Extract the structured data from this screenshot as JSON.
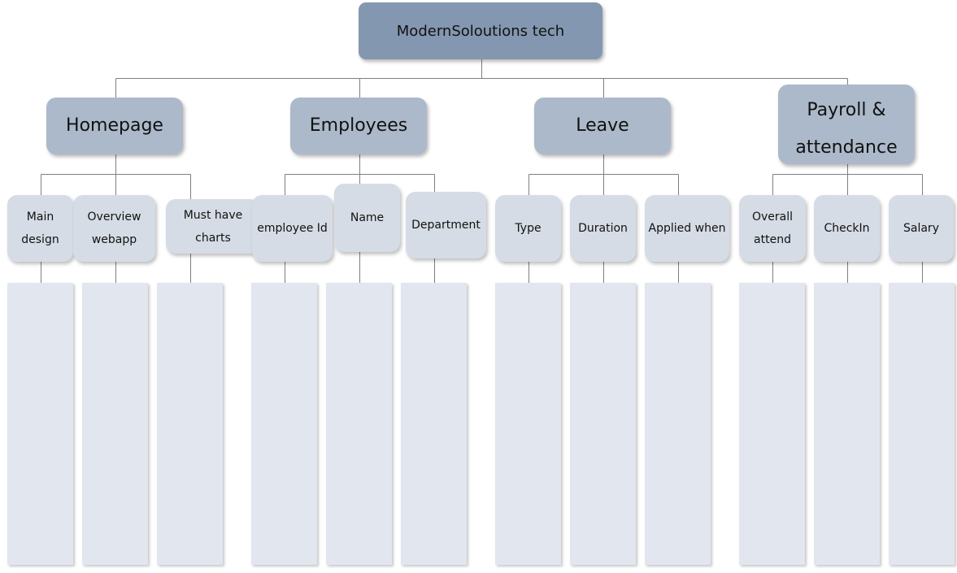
{
  "diagram": {
    "root": {
      "label": "ModernSoloutions tech"
    },
    "categories": [
      {
        "label": "Homepage",
        "children": [
          "Main design",
          "Overview webapp",
          "Must have charts"
        ]
      },
      {
        "label": "Employees",
        "children": [
          "employee Id",
          "Name",
          "Department"
        ]
      },
      {
        "label": "Leave",
        "children": [
          "Type",
          "Duration",
          "Applied when"
        ]
      },
      {
        "label": "Payroll & attendance",
        "children": [
          "Overall attend",
          "CheckIn",
          "Salary"
        ]
      }
    ]
  },
  "colors": {
    "root_fill": "#8497b0",
    "category_fill": "#acb9ca",
    "child_fill": "#d6dce5",
    "column_fill": "#e2e6ee",
    "connector": "#7f7f7f"
  }
}
